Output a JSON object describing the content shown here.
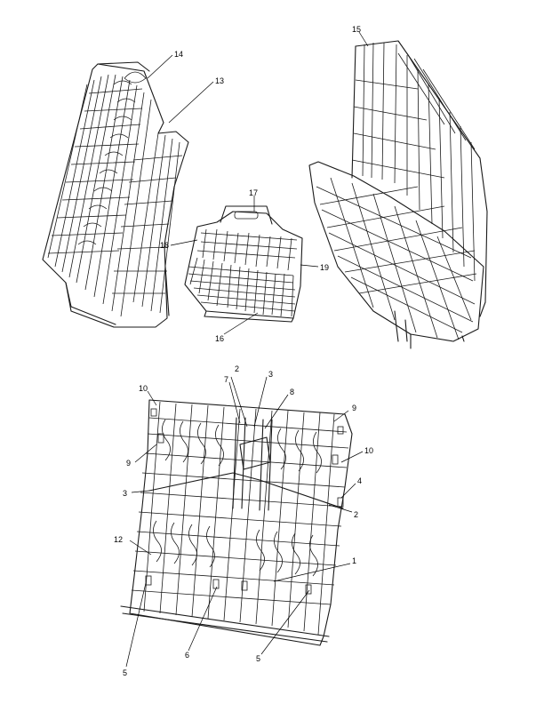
{
  "callouts": {
    "c1": "1",
    "c2a": "2",
    "c2b": "2",
    "c3a": "3",
    "c3b": "3",
    "c4": "4",
    "c5a": "5",
    "c5b": "5",
    "c6": "6",
    "c7": "7",
    "c8": "8",
    "c9a": "9",
    "c9b": "9",
    "c10a": "10",
    "c10b": "10",
    "c12": "12",
    "c13": "13",
    "c14": "14",
    "c15": "15",
    "c16": "16",
    "c17": "17",
    "c18": "18",
    "c19": "19"
  }
}
